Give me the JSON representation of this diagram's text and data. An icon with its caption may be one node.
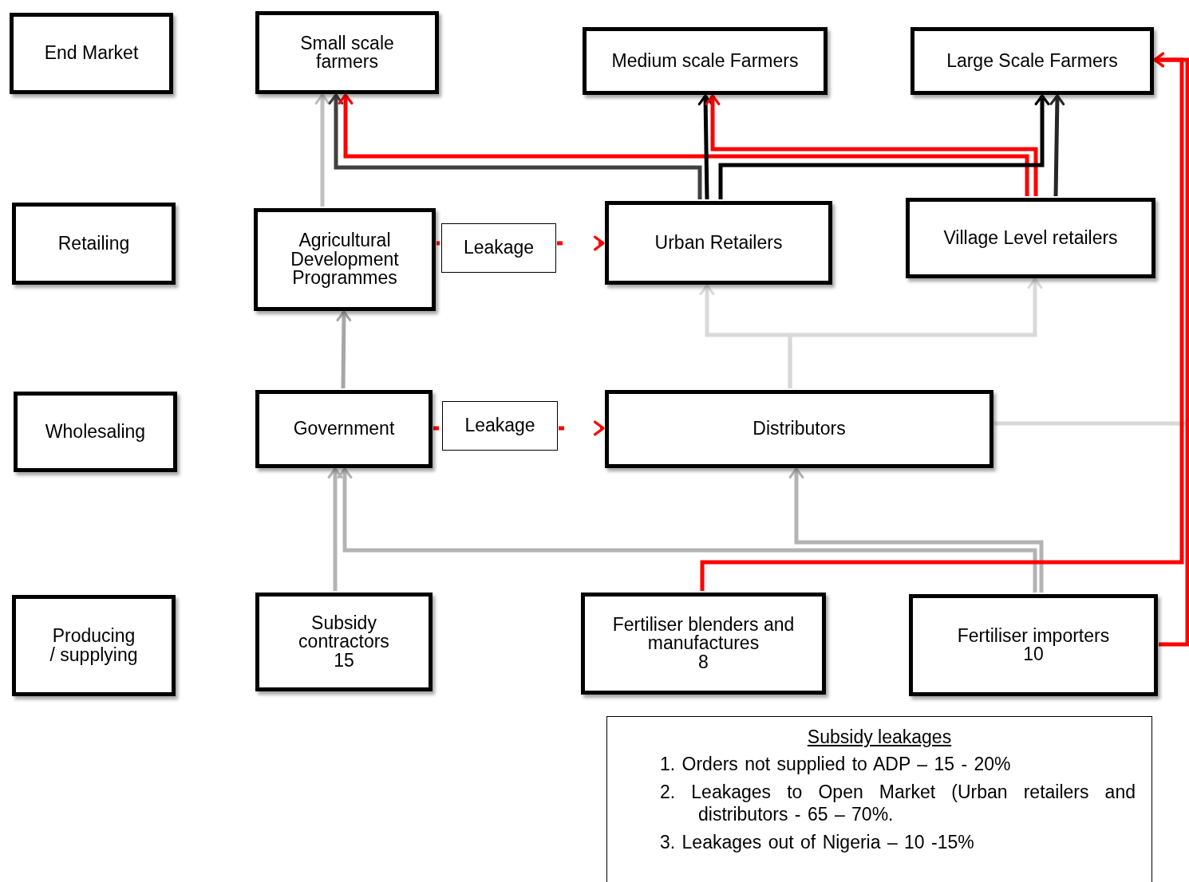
{
  "diagram": {
    "nodes": [
      {
        "text": [
          "End Market"
        ]
      },
      {
        "text": [
          "Small scale farmers"
        ]
      },
      {
        "text": [
          "Medium scale Farmers"
        ]
      },
      {
        "text": [
          "Large Scale Farmers"
        ]
      },
      {
        "text": [
          "Retailing"
        ]
      },
      {
        "text": [
          "Agricultural Development Programmes"
        ]
      },
      {
        "text": [
          "Leakage"
        ]
      },
      {
        "text": [
          "Urban Retailers"
        ]
      },
      {
        "text": [
          "Village Level retailers"
        ]
      },
      {
        "text": [
          "Wholesaling"
        ]
      },
      {
        "text": [
          "Government"
        ]
      },
      {
        "text": [
          "Leakage"
        ]
      },
      {
        "text": [
          "Distributors"
        ]
      },
      {
        "text": [
          "Producing / supplying"
        ]
      },
      {
        "text": [
          "Subsidy contractors",
          "15"
        ]
      },
      {
        "text": [
          "Fertiliser blenders and manufactures",
          "8"
        ]
      },
      {
        "text": [
          "Fertiliser importers",
          "10"
        ]
      },
      {
        "text": [
          "Subsidy leakages",
          "1. Orders not supplied to ADP – 15 - 20%",
          "2. Leakages to Open Market (Urban retailers and distributors - 65 – 70%.",
          "3. Leakages out of Nigeria – 10 -15%"
        ]
      }
    ],
    "edges": [
      {
        "from": 5,
        "to": 1,
        "arrow": "to",
        "color": "#bfbfbf"
      },
      {
        "from": 7,
        "to": 1,
        "arrow": "to",
        "color": "#404040"
      },
      {
        "from": 8,
        "to": 1,
        "arrow": "to",
        "color": "#ff0000"
      },
      {
        "from": 7,
        "to": 2,
        "arrow": "to",
        "color": "#000000"
      },
      {
        "from": 8,
        "to": 2,
        "arrow": "to",
        "color": "#ff0000"
      },
      {
        "from": 7,
        "to": 3,
        "arrow": "to",
        "color": "#000000"
      },
      {
        "from": 8,
        "to": 3,
        "arrow": "to",
        "color": "#262626"
      },
      {
        "from": 5,
        "to": 6,
        "arrow": "none",
        "style": "dashed",
        "color": "#ff0000"
      },
      {
        "from": 6,
        "to": 7,
        "arrow": "to",
        "style": "dashed",
        "color": "#ff0000"
      },
      {
        "from": 10,
        "to": 5,
        "arrow": "to",
        "color": "#a6a6a6"
      },
      {
        "from": 10,
        "to": 11,
        "arrow": "none",
        "style": "dashed",
        "color": "#ff0000"
      },
      {
        "from": 11,
        "to": 12,
        "arrow": "to",
        "style": "dashed",
        "color": "#ff0000"
      },
      {
        "from": 12,
        "to": 7,
        "arrow": "to",
        "color": "#d9d9d9"
      },
      {
        "from": 12,
        "to": 8,
        "arrow": "to",
        "color": "#d9d9d9"
      },
      {
        "from": 12,
        "to": null,
        "arrow": "none",
        "color": "#d9d9d9"
      },
      {
        "from": 14,
        "to": 10,
        "arrow": "to",
        "color": "#b3b3b3"
      },
      {
        "from": 16,
        "to": 10,
        "arrow": "to",
        "color": "#b3b3b3"
      },
      {
        "from": 16,
        "to": 12,
        "arrow": "to",
        "color": "#b3b3b3"
      },
      {
        "from": 15,
        "to": 3,
        "arrow": "to",
        "color": "#ff0000"
      },
      {
        "from": 16,
        "to": 3,
        "arrow": "to",
        "color": "#ff0000"
      }
    ]
  }
}
